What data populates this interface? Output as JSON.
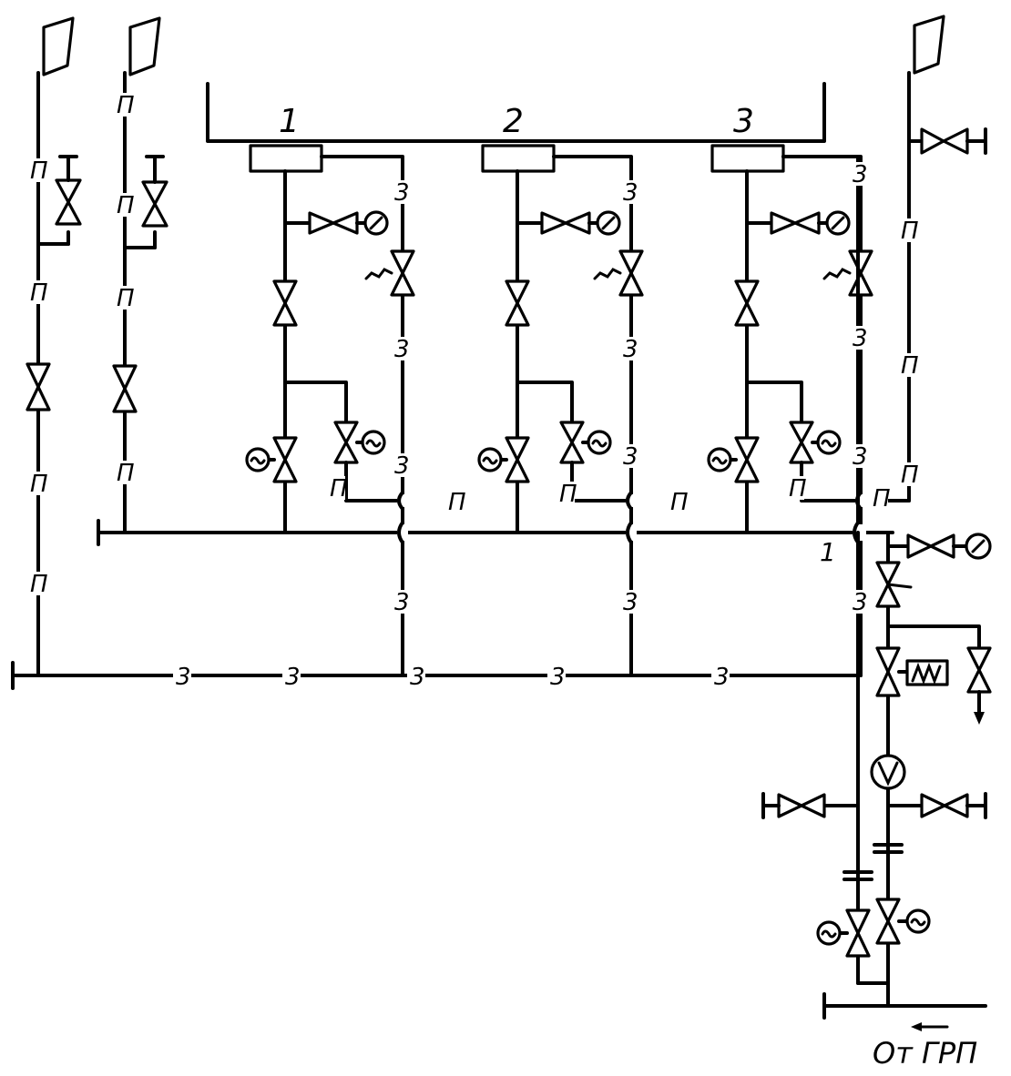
{
  "unit_labels": [
    "1",
    "2",
    "3"
  ],
  "line_marks": {
    "gas": "П",
    "purge": "3",
    "main": "1"
  },
  "source_label": "От ГРП",
  "icons": [
    "valve-icon",
    "gauge-icon",
    "solenoid-valve-icon",
    "flag-icon",
    "flow-meter-icon",
    "filter-icon",
    "flange-icon",
    "arrow-icon"
  ]
}
